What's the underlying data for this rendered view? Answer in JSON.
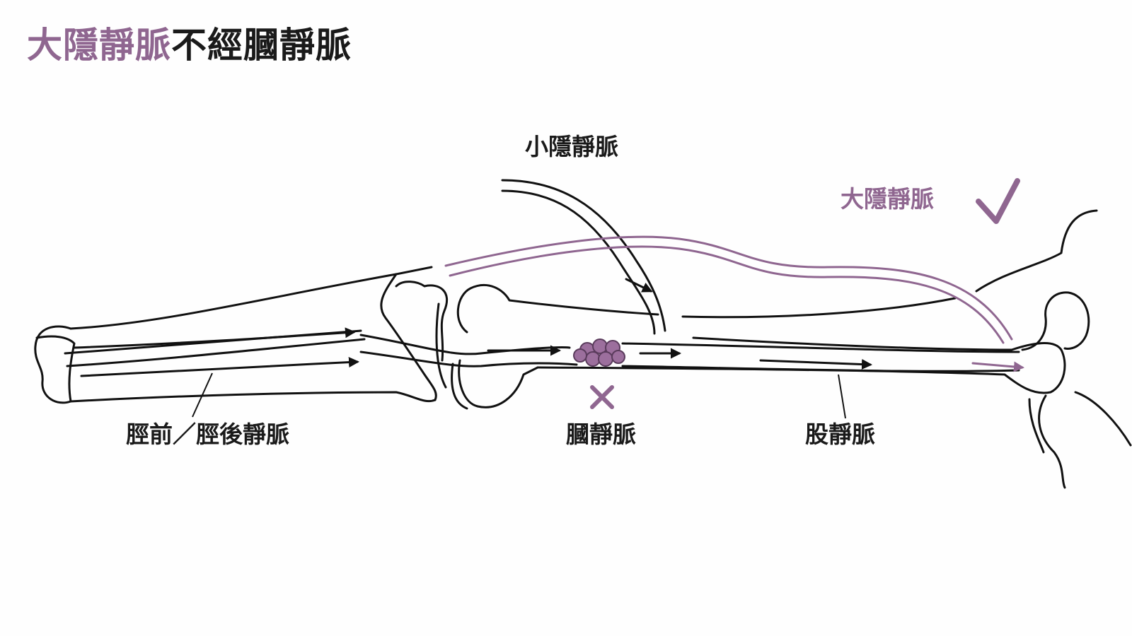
{
  "title": {
    "highlight": "大隱靜脈",
    "rest": "不經膕靜脈"
  },
  "labels": {
    "small_saphenous": "小隱靜脈",
    "great_saphenous": "大隱靜脈",
    "tibial": "脛前／脛後靜脈",
    "popliteal": "膕靜脈",
    "femoral": "股靜脈"
  },
  "colors": {
    "accent": "#8f6690",
    "line": "#111111",
    "clot": "#9c6f9d"
  },
  "icons": {
    "check": "check-mark-icon",
    "cross": "cross-mark-icon"
  }
}
